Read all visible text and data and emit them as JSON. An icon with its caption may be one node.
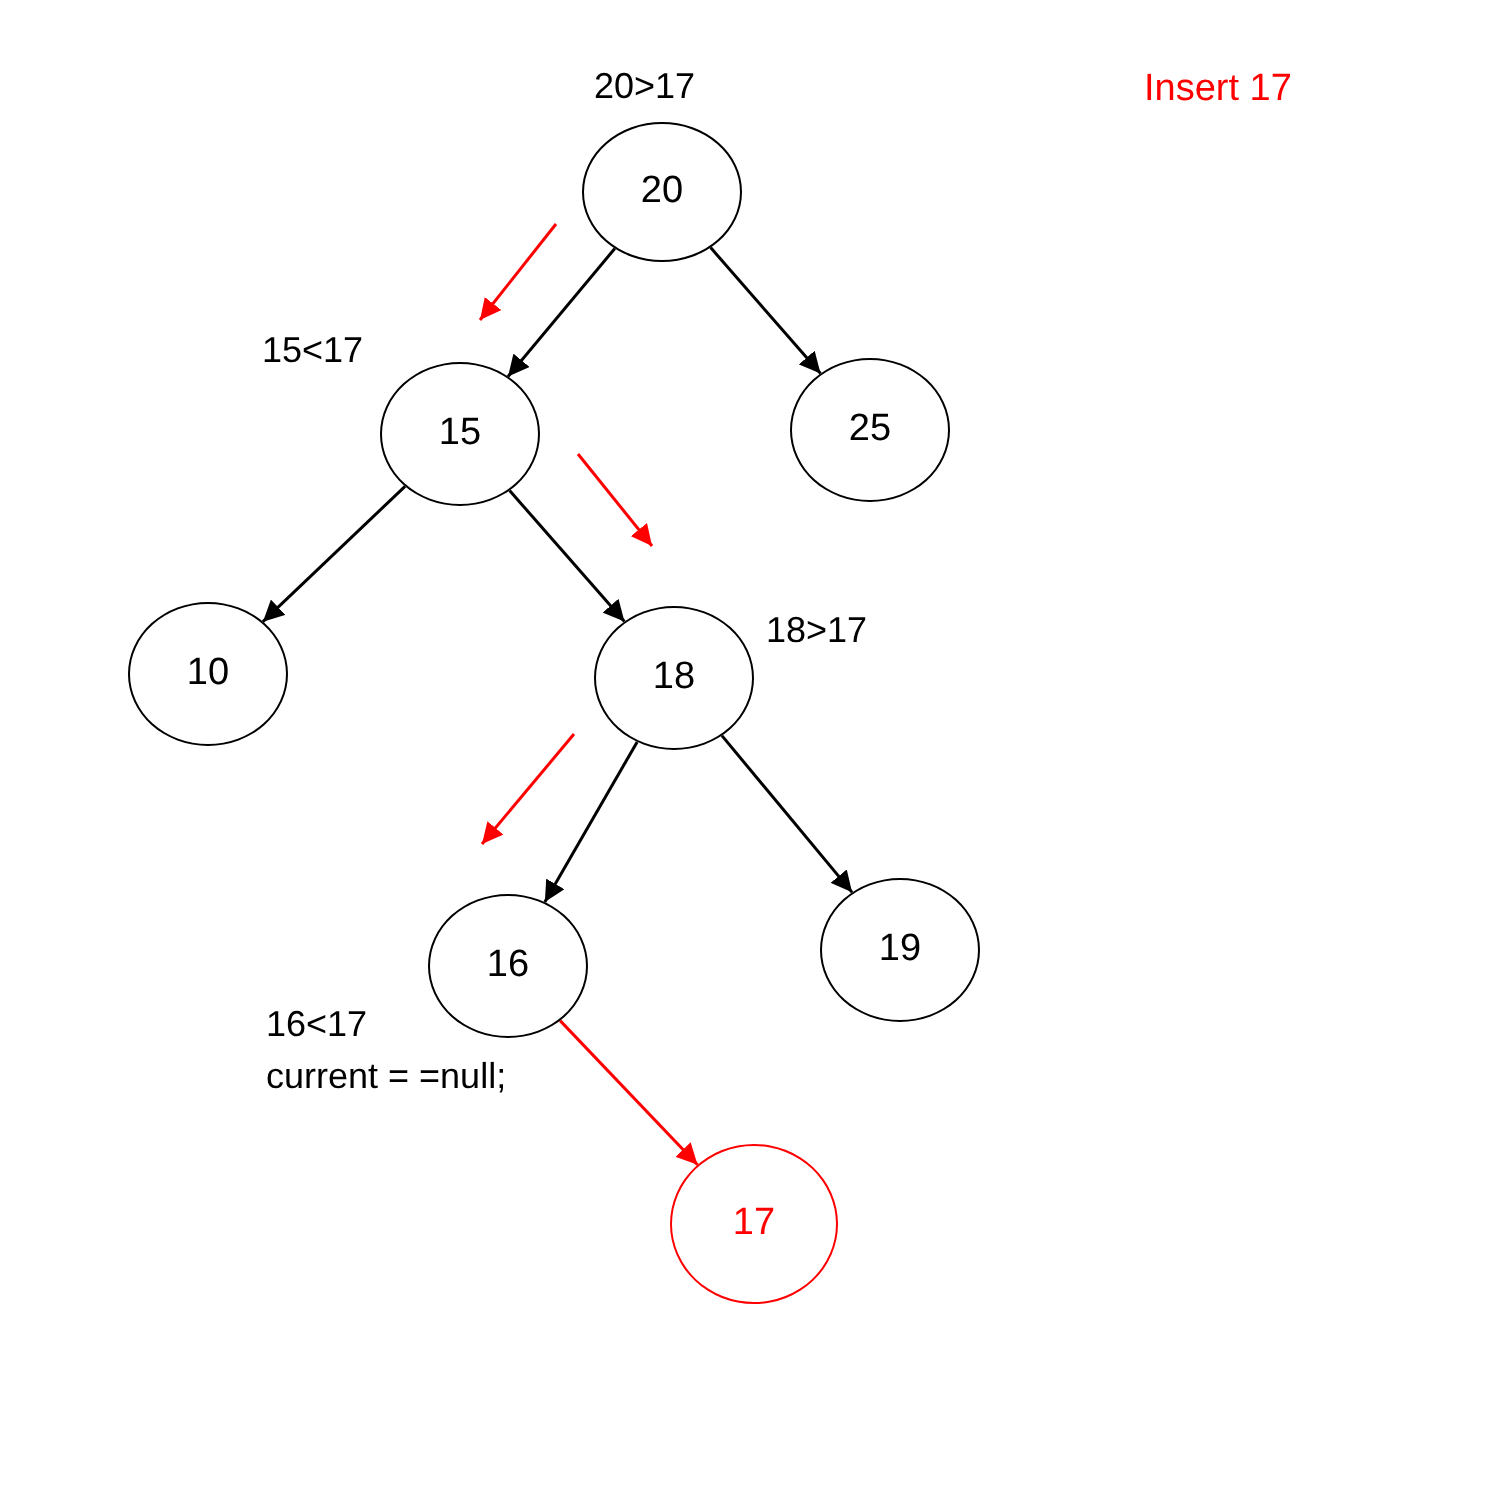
{
  "diagram": {
    "nodes": [
      {
        "text": [
          "20"
        ],
        "beside": [
          "20>17"
        ]
      },
      {
        "text": [
          "15"
        ],
        "beside": [
          "15<17"
        ]
      },
      {
        "text": [
          "25"
        ]
      },
      {
        "text": [
          "10"
        ]
      },
      {
        "text": [
          "18"
        ],
        "beside": [
          "18>17"
        ]
      },
      {
        "text": [
          "16"
        ],
        "beside": [
          "16<17",
          "current = =null;"
        ]
      },
      {
        "text": [
          "19"
        ]
      },
      {
        "text": [
          "17"
        ]
      }
    ],
    "edges": [
      {
        "from": 0,
        "to": 1,
        "arrow": "to"
      },
      {
        "from": 0,
        "to": 2,
        "arrow": "to"
      },
      {
        "from": 1,
        "to": 3,
        "arrow": "to"
      },
      {
        "from": 1,
        "to": 4,
        "arrow": "to"
      },
      {
        "from": 4,
        "to": 5,
        "arrow": "to"
      },
      {
        "from": 4,
        "to": 6,
        "arrow": "to"
      },
      {
        "from": 5,
        "to": 7,
        "arrow": "to",
        "color": "#ff0000"
      }
    ],
    "labels": [
      "Insert 17"
    ]
  }
}
